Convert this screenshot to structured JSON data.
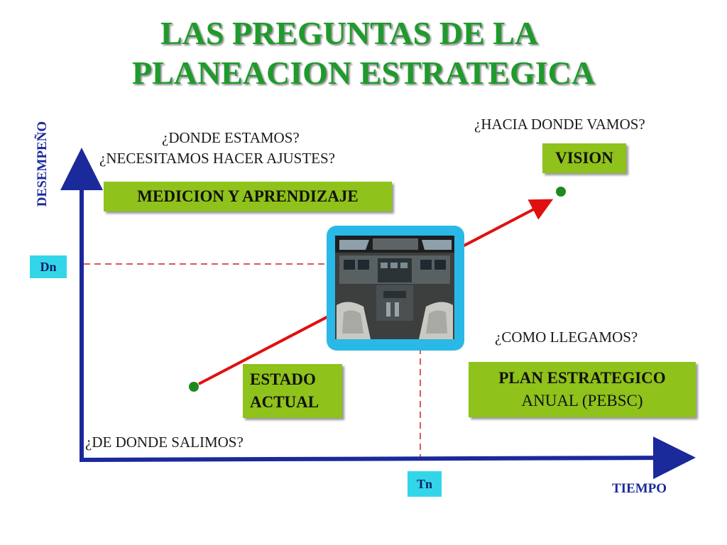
{
  "title": {
    "line1": "LAS PREGUNTAS DE LA",
    "line2": "PLANEACION ESTRATEGICA"
  },
  "axes": {
    "y_label": "DESEMPEÑO",
    "x_label": "TIEMPO",
    "y_marker": "Dn",
    "x_marker": "Tn"
  },
  "questions": {
    "where_are_we": "¿DONDE ESTAMOS?",
    "adjustments": "¿NECESITAMOS HACER AJUSTES?",
    "where_going": "¿HACIA DONDE VAMOS?",
    "how_get_there": "¿COMO LLEGAMOS?",
    "where_from": "¿DE DONDE SALIMOS?"
  },
  "boxes": {
    "measurement": "MEDICION Y APRENDIZAJE",
    "vision": "VISION",
    "current_state_line1": "ESTADO",
    "current_state_line2": "ACTUAL",
    "plan_line1": "PLAN ESTRATEGICO",
    "plan_line2": "ANUAL (PEBSC)"
  },
  "colors": {
    "title": "#1f9a2c",
    "box": "#8fc21a",
    "axis": "#1a2a9a",
    "path": "#e01010",
    "dots": "#1e8a1e",
    "marker": "#33d6e8"
  },
  "image": {
    "icon": "cockpit-image"
  }
}
